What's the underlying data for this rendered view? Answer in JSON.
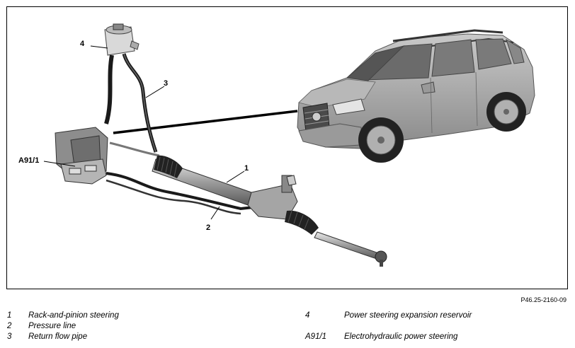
{
  "figure": {
    "callouts": {
      "c1": "1",
      "c2": "2",
      "c3": "3",
      "c4": "4",
      "a91": "A91/1"
    },
    "reference": "P46.25-2160-09"
  },
  "legend": [
    {
      "key": "1",
      "text": "Rack-and-pinion steering"
    },
    {
      "key": "2",
      "text": "Pressure line"
    },
    {
      "key": "3",
      "text": "Return flow pipe"
    },
    {
      "key": "4",
      "text": "Power steering expansion reservoir"
    },
    {
      "key": "A91/1",
      "text": "Electrohydraulic power steering"
    }
  ]
}
